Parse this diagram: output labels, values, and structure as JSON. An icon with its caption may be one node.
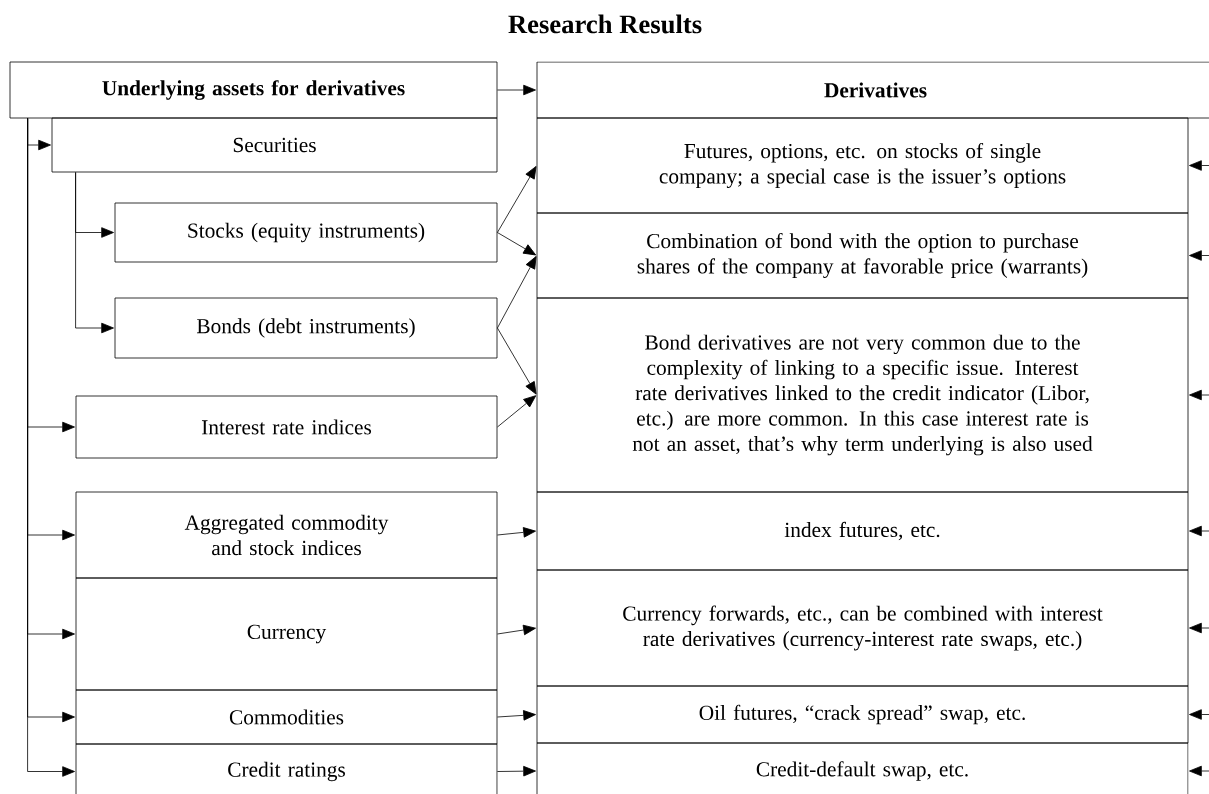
{
  "diagram": {
    "title": "Research Results",
    "nodes": [
      {
        "text": [
          "Underlying assets for derivatives"
        ]
      },
      {
        "text": [
          "Derivatives"
        ]
      },
      {
        "text": [
          "Securities"
        ]
      },
      {
        "text": [
          "Futures, options, etc. on stocks of single company; a special case is the issuer’s options"
        ]
      },
      {
        "text": [
          "Stocks (equity instruments)"
        ]
      },
      {
        "text": [
          "Combination of bond with the option to purchase shares of the company at favorable price (warrants)"
        ]
      },
      {
        "text": [
          "Bonds (debt instruments)"
        ]
      },
      {
        "text": [
          "Bond derivatives are not very common due to the complexity of linking to a specific issue. Interest rate derivatives linked to the credit indicator (Libor, etc.) are more common. In this case interest rate is not an asset, that’s why term underlying is also used"
        ]
      },
      {
        "text": [
          "Interest rate indices"
        ]
      },
      {
        "text": [
          "Aggregated commodity and stock indices"
        ]
      },
      {
        "text": [
          "index futures, etc."
        ]
      },
      {
        "text": [
          "Currency"
        ]
      },
      {
        "text": [
          "Currency forwards, etc., can be combined with interest rate derivatives (currency-interest rate swaps, etc.)"
        ]
      },
      {
        "text": [
          "Commodities"
        ]
      },
      {
        "text": [
          "Oil futures, “crack spread” swap, etc."
        ]
      },
      {
        "text": [
          "Credit ratings"
        ]
      },
      {
        "text": [
          "Credit-default swap, etc."
        ]
      }
    ],
    "edges": [
      {
        "from": 0,
        "to": 1,
        "arrow": "to"
      },
      {
        "from": 0,
        "to": 2,
        "arrow": "to"
      },
      {
        "from": 2,
        "to": 4,
        "arrow": "to"
      },
      {
        "from": 2,
        "to": 6,
        "arrow": "to"
      },
      {
        "from": 0,
        "to": 8,
        "arrow": "to"
      },
      {
        "from": 0,
        "to": 9,
        "arrow": "to"
      },
      {
        "from": 0,
        "to": 11,
        "arrow": "to"
      },
      {
        "from": 0,
        "to": 13,
        "arrow": "to"
      },
      {
        "from": 0,
        "to": 15,
        "arrow": "to"
      },
      {
        "from": 4,
        "to": 3,
        "arrow": "to"
      },
      {
        "from": 4,
        "to": 5,
        "arrow": "to"
      },
      {
        "from": 6,
        "to": 5,
        "arrow": "to"
      },
      {
        "from": 6,
        "to": 7,
        "arrow": "to"
      },
      {
        "from": 8,
        "to": 7,
        "arrow": "to"
      },
      {
        "from": 9,
        "to": 10,
        "arrow": "to"
      },
      {
        "from": 11,
        "to": 12,
        "arrow": "to"
      },
      {
        "from": 13,
        "to": 14,
        "arrow": "to"
      },
      {
        "from": 15,
        "to": 16,
        "arrow": "to"
      },
      {
        "from": null,
        "to": 3,
        "arrow": "to"
      },
      {
        "from": null,
        "to": 5,
        "arrow": "to"
      },
      {
        "from": null,
        "to": 7,
        "arrow": "to"
      },
      {
        "from": null,
        "to": 10,
        "arrow": "to"
      },
      {
        "from": null,
        "to": 12,
        "arrow": "to"
      },
      {
        "from": null,
        "to": 14,
        "arrow": "to"
      },
      {
        "from": null,
        "to": 16,
        "arrow": "to"
      }
    ]
  }
}
